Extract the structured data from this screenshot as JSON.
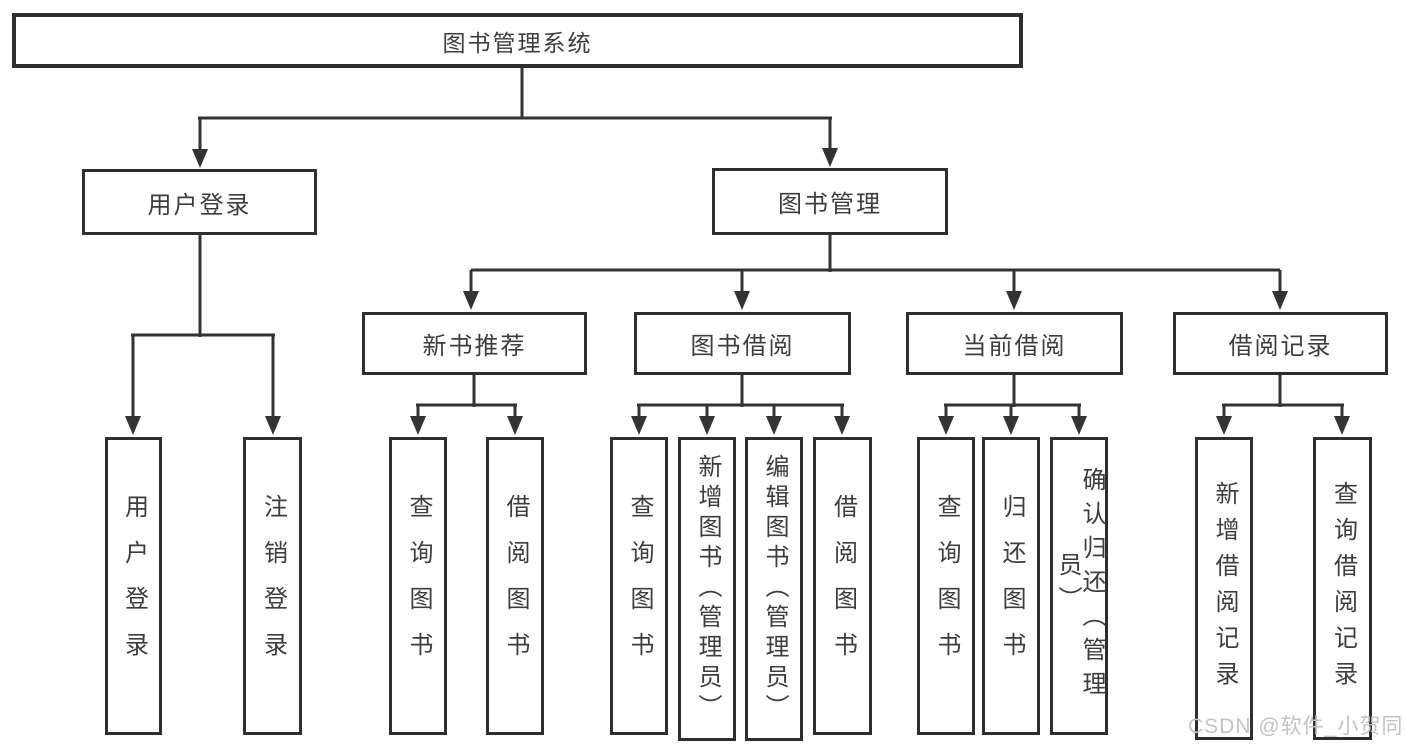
{
  "title": "图书管理系统",
  "watermark": "CSDN @软件_小贺同学",
  "colors": {
    "box_border": "#2e2e2e",
    "connector": "#333333",
    "text": "#3d3d3d",
    "watermark": "#c3c3c3",
    "background": "#ffffff"
  },
  "tree": {
    "label": "图书管理系统",
    "children": [
      {
        "label": "用户登录",
        "children": [
          {
            "label": "用户登录"
          },
          {
            "label": "注销登录"
          }
        ]
      },
      {
        "label": "图书管理",
        "children": [
          {
            "label": "新书推荐",
            "children": [
              {
                "label": "查询图书"
              },
              {
                "label": "借阅图书"
              }
            ]
          },
          {
            "label": "图书借阅",
            "children": [
              {
                "label": "查询图书"
              },
              {
                "label": "新增图书（管理员）"
              },
              {
                "label": "编辑图书（管理员）"
              },
              {
                "label": "借阅图书"
              }
            ]
          },
          {
            "label": "当前借阅",
            "children": [
              {
                "label": "查询图书"
              },
              {
                "label": "归还图书"
              },
              {
                "label": "确认归还（管理员）"
              }
            ]
          },
          {
            "label": "借阅记录",
            "children": [
              {
                "label": "新增借阅记录"
              },
              {
                "label": "查询借阅记录"
              }
            ]
          }
        ]
      }
    ]
  }
}
